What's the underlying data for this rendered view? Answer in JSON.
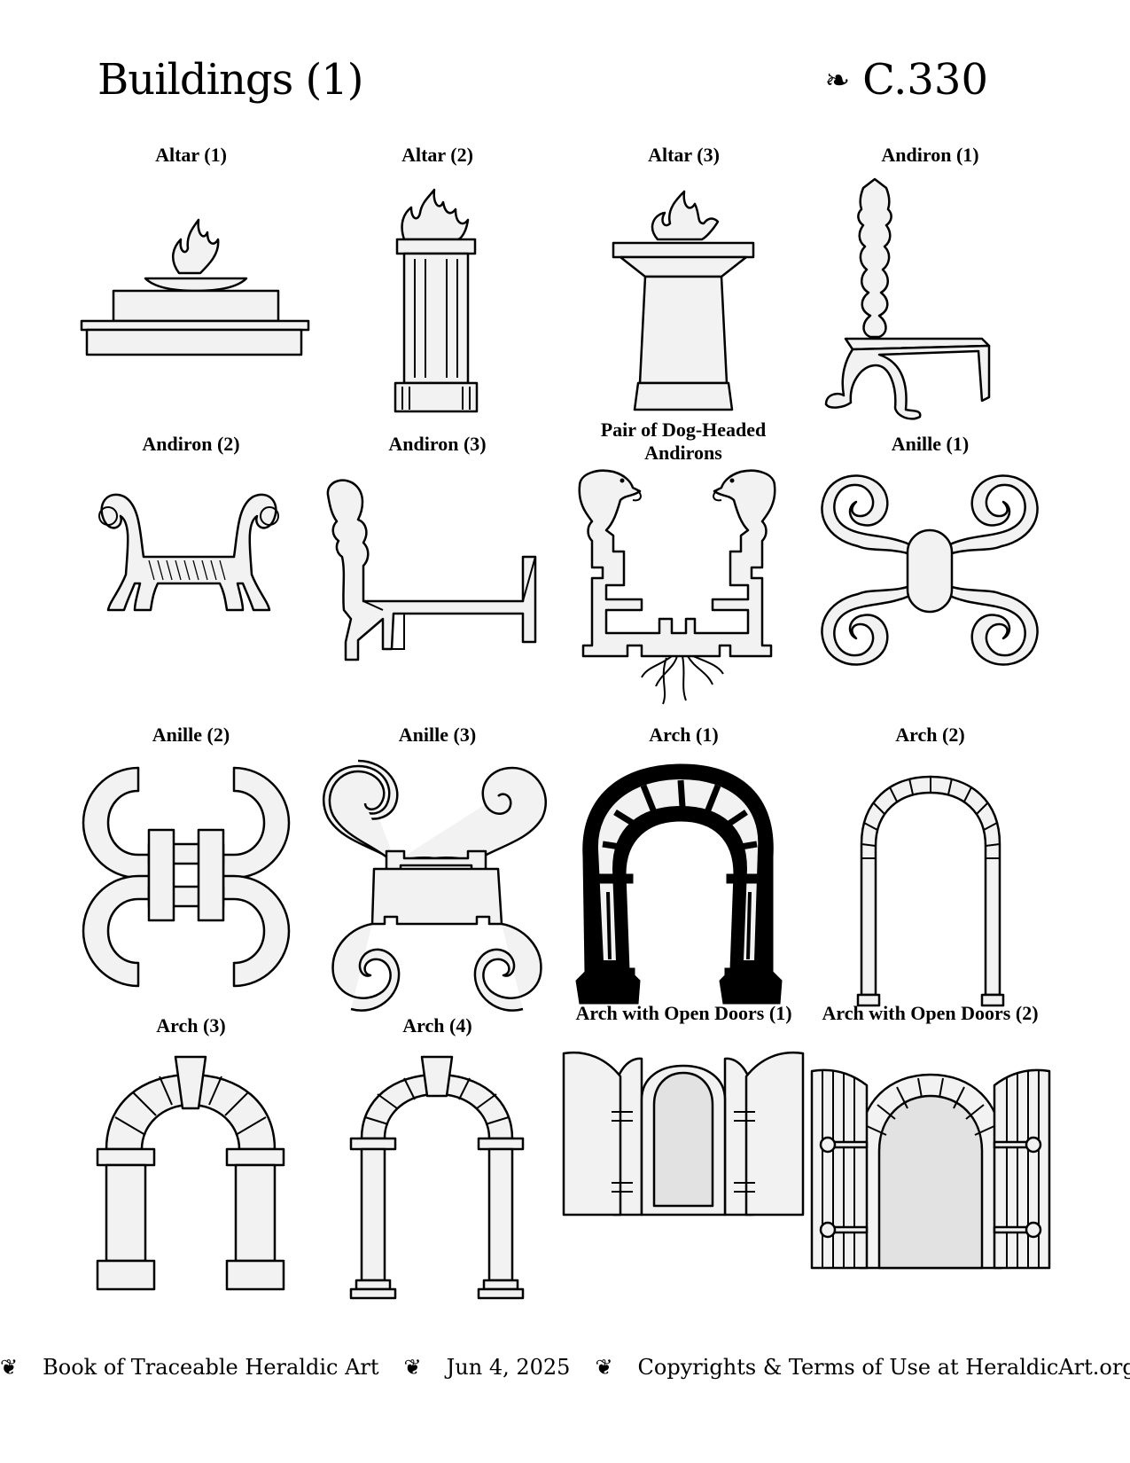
{
  "header": {
    "title": "Buildings (1)",
    "leaf": "❧",
    "code": "C.330"
  },
  "cells": [
    {
      "label": "Altar (1)"
    },
    {
      "label": "Altar (2)"
    },
    {
      "label": "Altar (3)"
    },
    {
      "label": "Andiron (1)"
    },
    {
      "label": "Andiron (2)"
    },
    {
      "label": "Andiron (3)"
    },
    {
      "label": "Pair of Dog-Headed Andirons"
    },
    {
      "label": "Anille (1)"
    },
    {
      "label": "Anille (2)"
    },
    {
      "label": "Anille (3)"
    },
    {
      "label": "Arch (1)"
    },
    {
      "label": "Arch (2)"
    },
    {
      "label": "Arch (3)"
    },
    {
      "label": "Arch (4)"
    },
    {
      "label": "Arch with Open Doors (1)"
    },
    {
      "label": "Arch with Open Doors (2)"
    }
  ],
  "footer": {
    "ornament": "❦",
    "book": "Book of Traceable Heraldic Art",
    "date": "Jun 4, 2025",
    "terms": "Copyrights & Terms of Use at HeraldicArt.org"
  }
}
